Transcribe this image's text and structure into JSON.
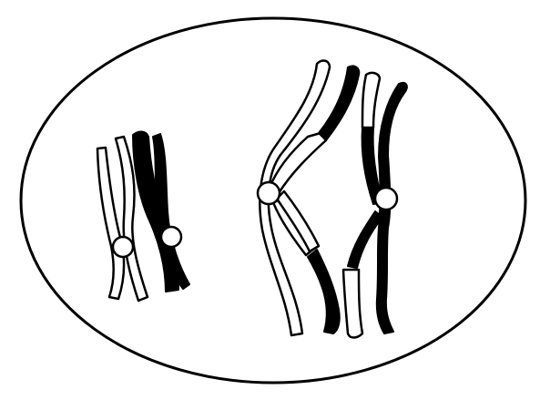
{
  "diagram": {
    "colors": {
      "background": "#ffffff",
      "stroke": "#000000",
      "maternal": "#ffffff",
      "paternal": "#000000",
      "centromere": "#ffffff"
    },
    "structures": [
      {
        "name": "cell-membrane",
        "kind": "oval outline"
      },
      {
        "name": "small-homolog-pair",
        "kind": "pair of crossed chromosomes",
        "chromatid_shades": [
          "white",
          "white",
          "black",
          "black"
        ]
      },
      {
        "name": "large-homolog-pair",
        "kind": "pair of chromosomes with exchanged segments",
        "chromatid_shades": [
          "white",
          "white",
          "black",
          "black"
        ]
      }
    ]
  }
}
